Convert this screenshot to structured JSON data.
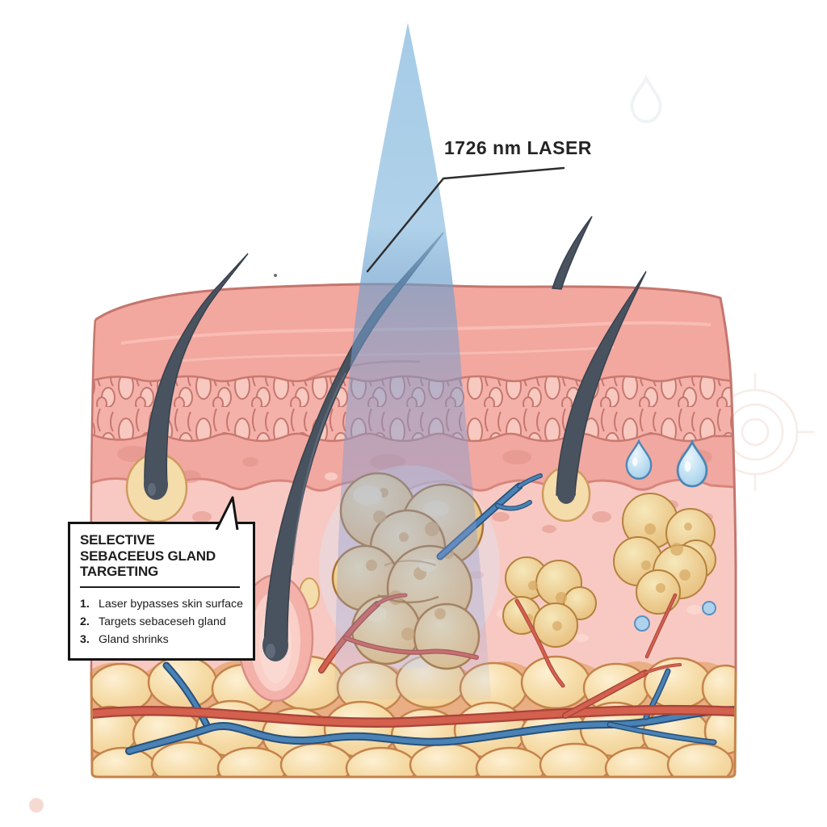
{
  "laser_label": {
    "text": "1726 nm LASER"
  },
  "callout_box": {
    "title_lines": [
      "SELECTIVE",
      "SEBACEEUS GLAND",
      "TARGETING"
    ],
    "steps": [
      {
        "num": "1.",
        "text": "Laser bypasses skin surface"
      },
      {
        "num": "2.",
        "text": "Targets sebaceseh gland"
      },
      {
        "num": "3.",
        "text": "Gland shrinks"
      }
    ]
  },
  "colors": {
    "laser_beam_blue": "#a8cfe8",
    "epidermis_pink": "#f2a79f",
    "texture_band_pink": "#f4b1aa",
    "dermis_pink": "#f8c9c2",
    "fat_tan": "#f5d9a3",
    "fat_outline_brown": "#c5834b",
    "gland_gold": "#ecc98d",
    "gland_outline_brown": "#ab7434",
    "artery_red": "#d4604e",
    "vein_blue": "#4a82b5",
    "hair_dark_slate": "#49525f",
    "droplet_blue": "#b9dcf0",
    "text_dark": "#1d1d1d"
  }
}
